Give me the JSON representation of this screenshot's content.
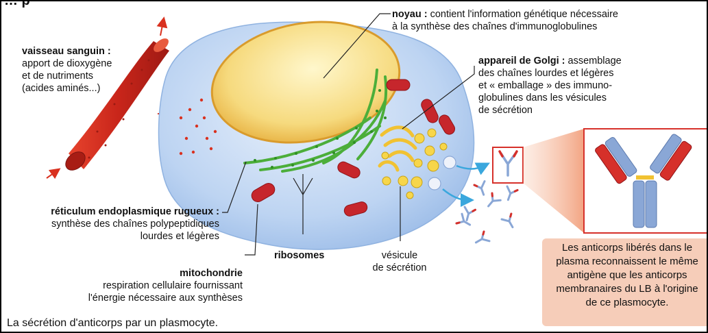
{
  "partial_title": "… p",
  "labels": {
    "noyau_term": "noyau :",
    "noyau_desc_1": " contient l'information génétique nécessaire",
    "noyau_desc_2": "à la synthèse des chaînes d'immunoglobulines",
    "vaisseau_term": "vaisseau sanguin :",
    "vaisseau_desc_1": "apport de dioxygène",
    "vaisseau_desc_2": "et de nutriments",
    "vaisseau_desc_3": "(acides aminés...)",
    "golgi_term": "appareil de Golgi :",
    "golgi_desc_1": " assemblage",
    "golgi_desc_2": "des chaînes lourdes et légères",
    "golgi_desc_3": "et « emballage » des immuno-",
    "golgi_desc_4": "globulines dans les vésicules",
    "golgi_desc_5": "de sécrétion",
    "rer_term": "réticulum endoplasmique rugueux :",
    "rer_desc_1": "synthèse des chaînes polypeptidiques",
    "rer_desc_2": "lourdes et légères",
    "ribosomes_term": "ribosomes",
    "vesicule_1": "vésicule",
    "vesicule_2": "de sécrétion",
    "mito_term": "mitochondrie",
    "mito_desc_1": "respiration cellulaire fournissant",
    "mito_desc_2": "l'énergie nécessaire aux synthèses"
  },
  "callout": {
    "line_1": "Les anticorps libérés dans le",
    "line_2": "plasma reconnaissent le même",
    "line_3": "antigène que les anticorps",
    "line_4": "membranaires du LB à l'origine",
    "line_5": "de ce plasmocyte."
  },
  "caption": "La sécrétion d'anticorps par un plasmocyte.",
  "colors": {
    "cell_fill": "#b9d2f1",
    "nucleus_fill": "#f4d77a",
    "rer_green": "#4cae3a",
    "mito_red": "#c6262c",
    "vessel_red": "#d9311f",
    "antibody_blue": "#8aa7d6",
    "antibody_red": "#d6302a",
    "callout_bg": "#f6cdb9",
    "arrow_cyan": "#3aa7dd"
  }
}
